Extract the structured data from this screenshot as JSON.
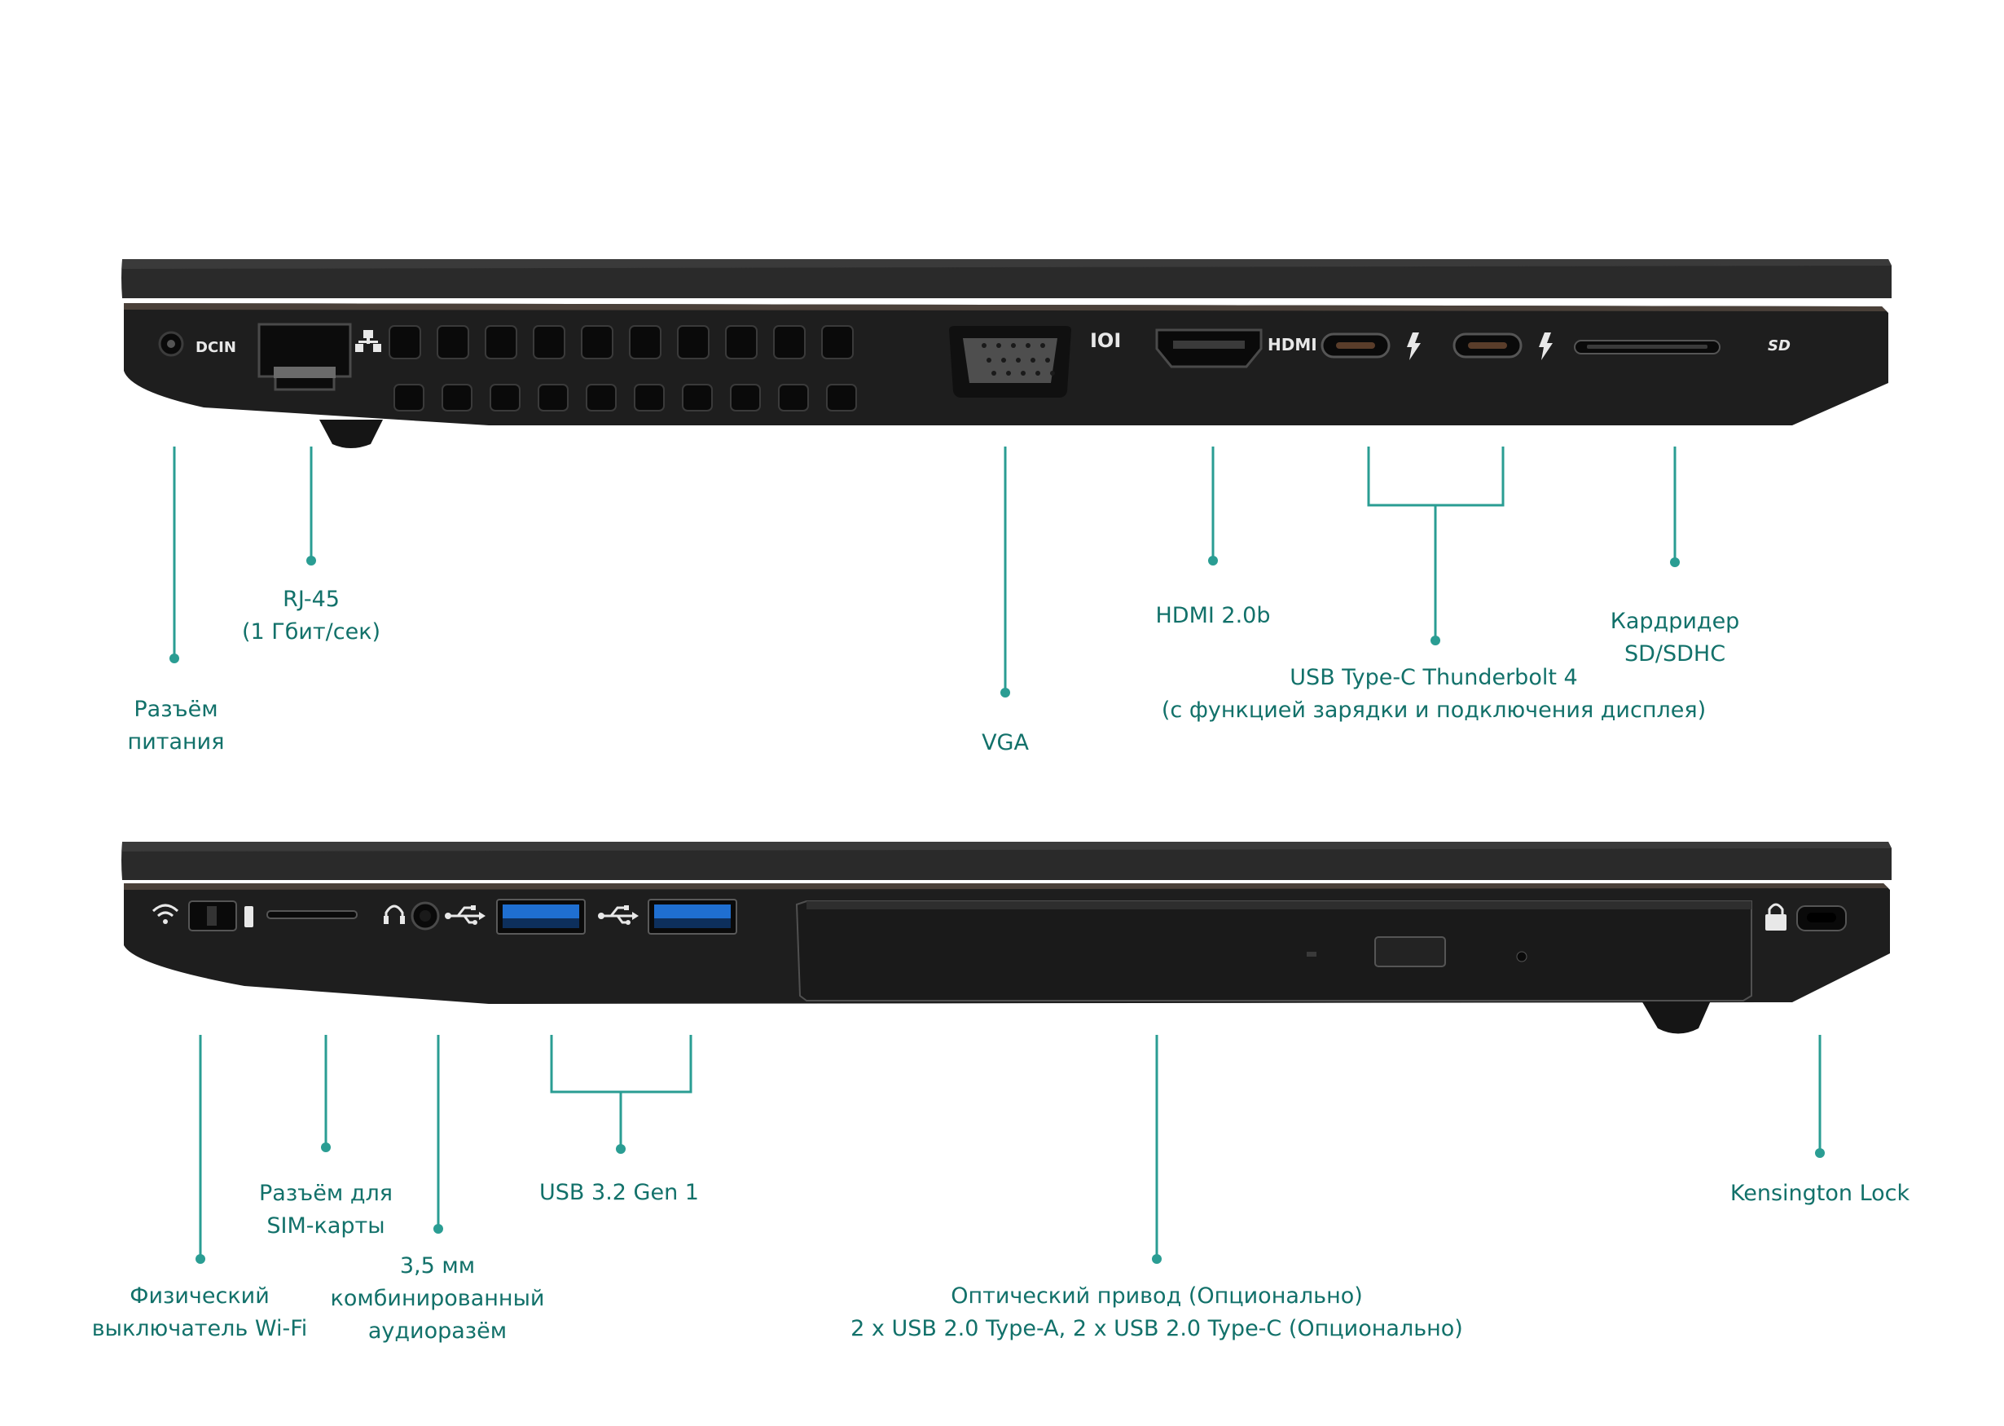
{
  "port_icons": {
    "dc_in": "DCIN",
    "hdmi": "HDMI",
    "vga": "IOI",
    "network": "network-icon",
    "thunderbolt": "lightning-icon",
    "sd": "SD",
    "wifi": "wifi-icon",
    "headphones": "headphones-icon",
    "usb": "usb-icon",
    "lock": "lock-icon"
  },
  "colors": {
    "callout": "#2a9d93",
    "label_text": "#12716a",
    "chassis": "#1e1e1e",
    "usb3_port": "#1f6fd1"
  },
  "top_side": {
    "power": {
      "line1": "Разъём",
      "line2": "питания"
    },
    "rj45": {
      "line1": "RJ-45",
      "line2": "(1 Гбит/сек)"
    },
    "vga": {
      "line1": "VGA"
    },
    "hdmi": {
      "line1": "HDMI 2.0b"
    },
    "thunderbolt": {
      "line1": "USB Type-C Thunderbolt 4",
      "line2": "(с функцией зарядки и подключения дисплея)"
    },
    "cardreader": {
      "line1": "Кардридер",
      "line2": "SD/SDHC"
    }
  },
  "bottom_side": {
    "wifi_switch": {
      "line1": "Физический",
      "line2": "выключатель Wi-Fi"
    },
    "sim": {
      "line1": "Разъём для",
      "line2": "SIM-карты"
    },
    "audio": {
      "line1": "3,5 мм",
      "line2": "комбинированный",
      "line3": "аудиоразём"
    },
    "usb32": {
      "line1": "USB 3.2 Gen 1"
    },
    "optical": {
      "line1": "Оптический привод (Опционально)",
      "line2": "2 x USB 2.0 Type-A, 2 x USB 2.0 Type-C (Опционально)"
    },
    "kensington": {
      "line1": "Kensington Lock"
    }
  }
}
